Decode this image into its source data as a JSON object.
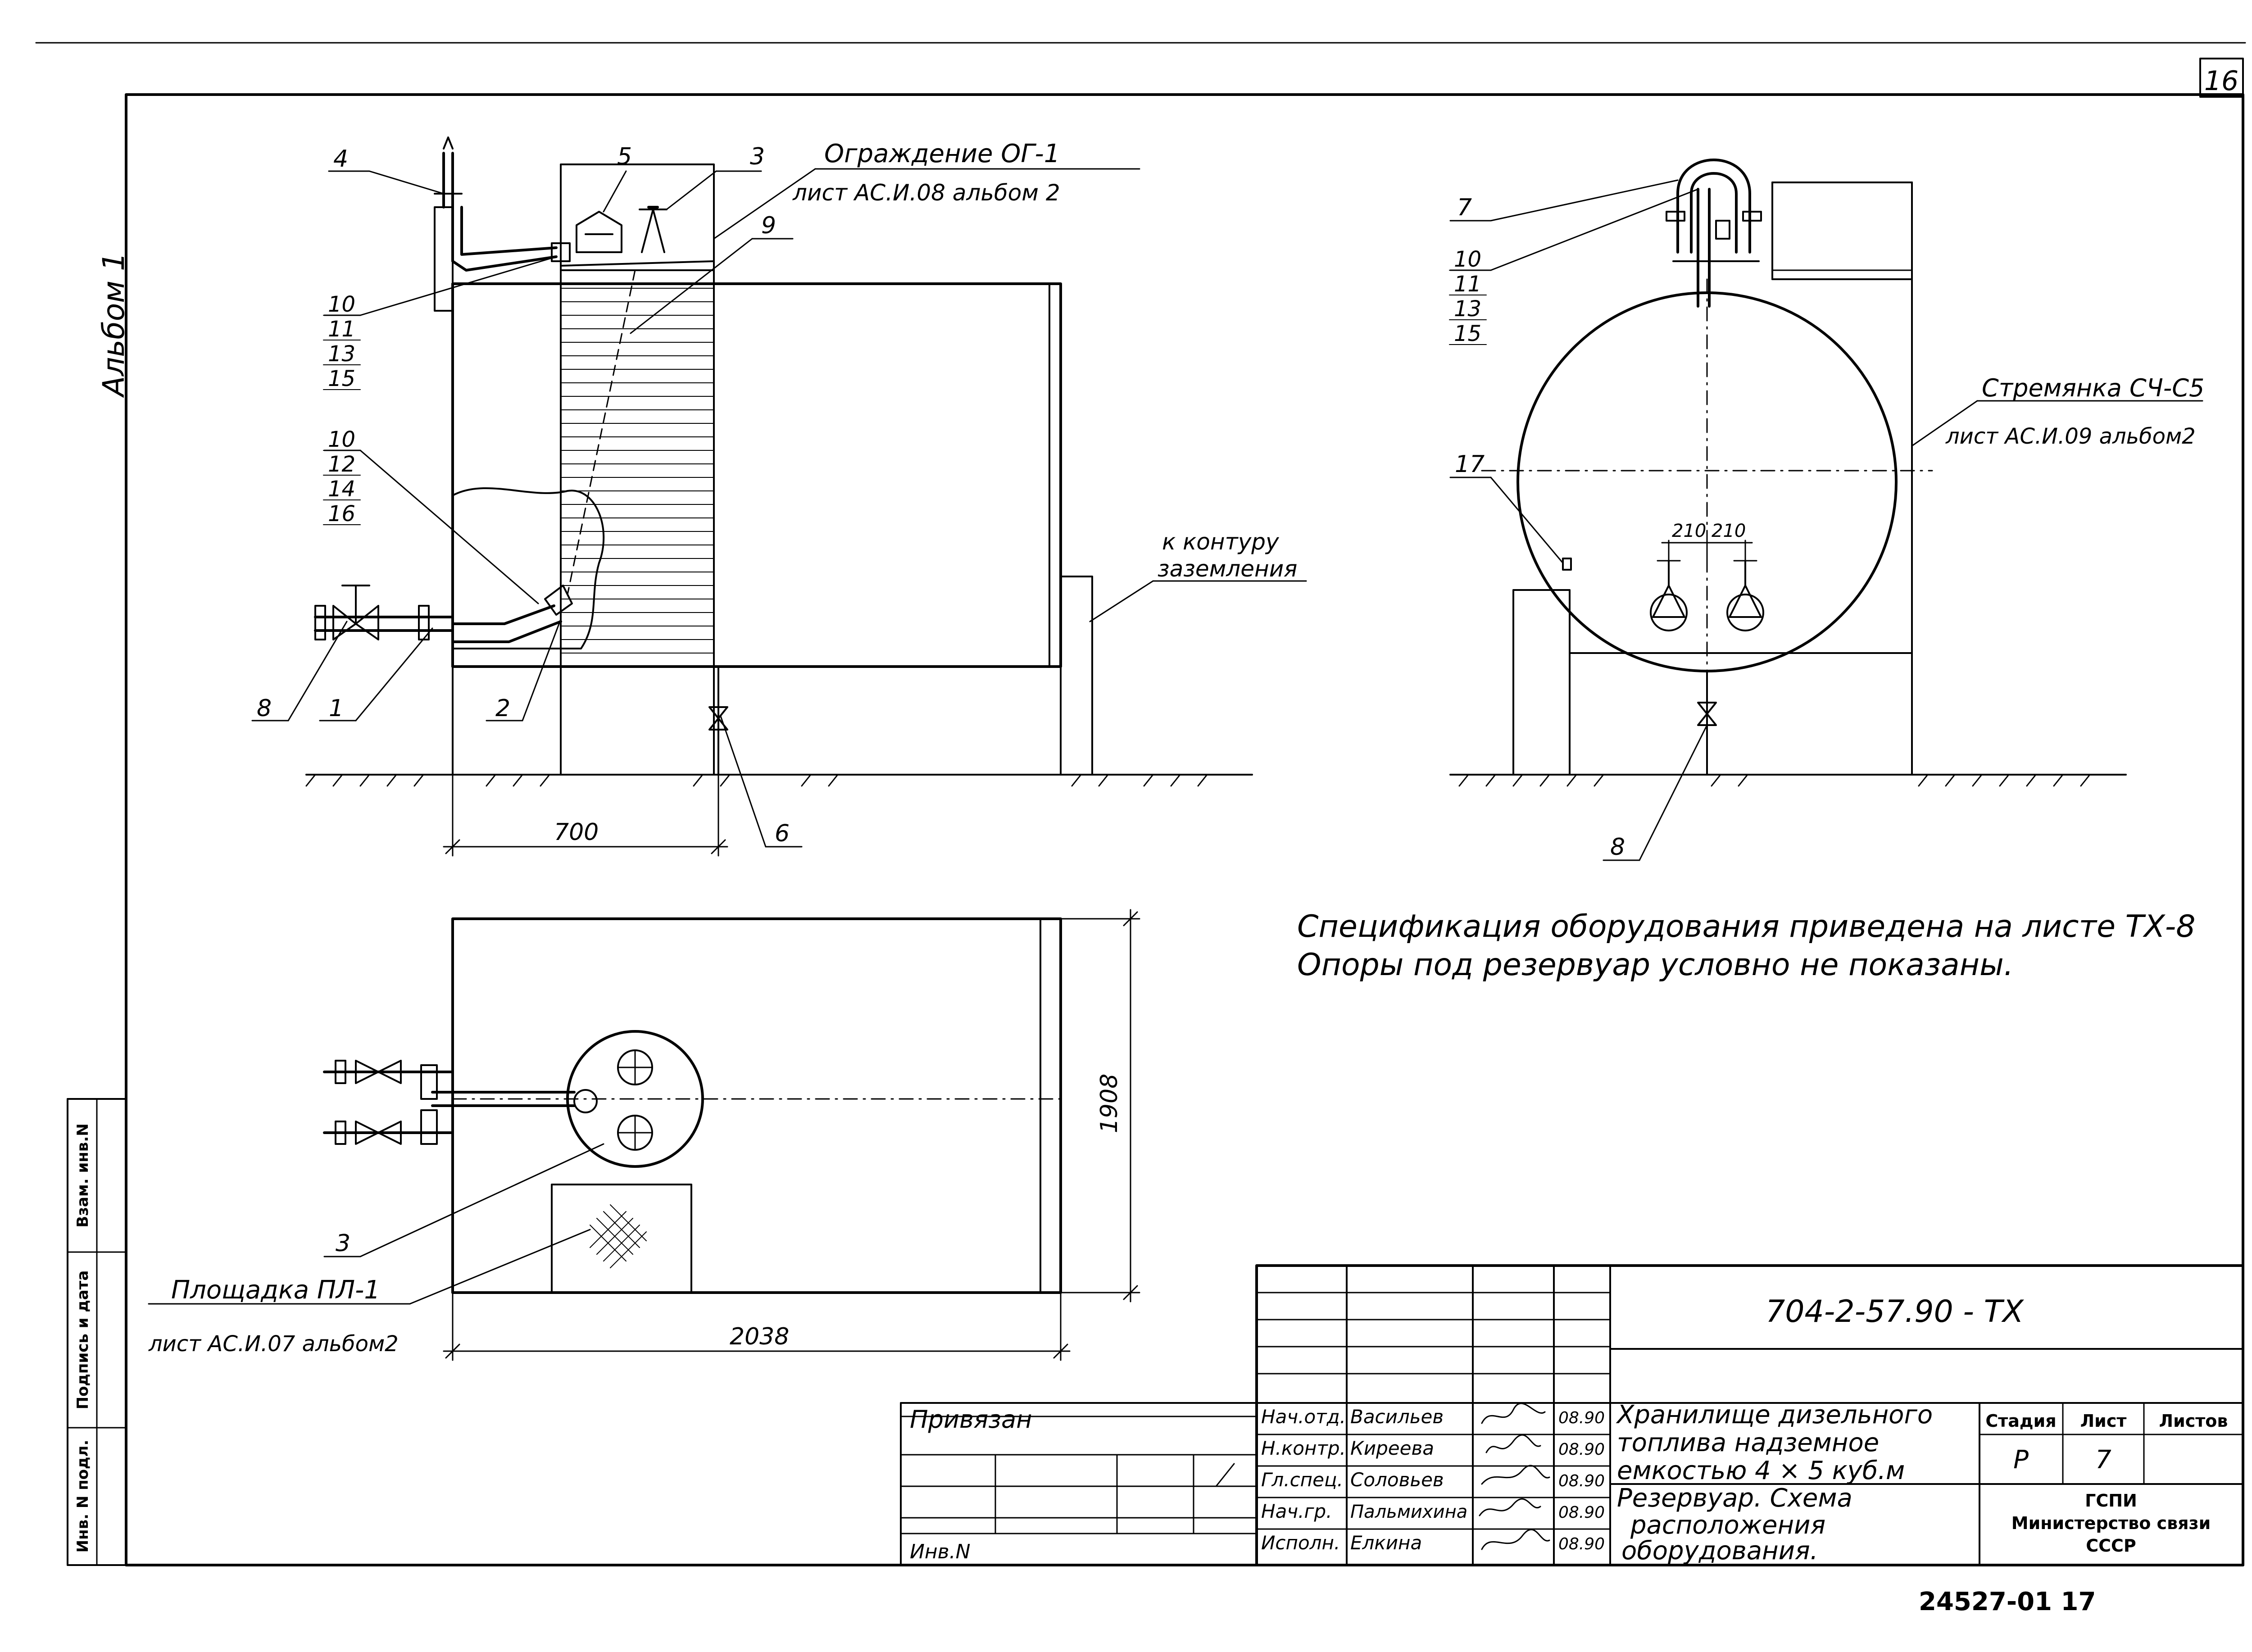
{
  "sheet_number": "16",
  "album_label": "Альбом 1",
  "side_stamp": {
    "inv_no": "Инв. N подл.",
    "sign_date": "Подпись и дата",
    "replace_inv": "Взам. инв.N"
  },
  "callouts": {
    "c1": "1",
    "c2": "2",
    "c3": "3",
    "c4": "4",
    "c5": "5",
    "c6": "6",
    "c7": "7",
    "c8": "8",
    "c9": "9",
    "group_a": [
      "10",
      "11",
      "13",
      "15"
    ],
    "group_b": [
      "10",
      "12",
      "14",
      "16"
    ],
    "group_c": [
      "10",
      "11",
      "13",
      "15"
    ],
    "c17": "17",
    "c3_plan": "3"
  },
  "labels": {
    "fence_title": "Ограждение ОГ-1",
    "fence_ref": "лист АС.И.08 альбом 2",
    "ladder_title": "Стремянка СЧ-С5",
    "ladder_ref": "лист АС.И.09 альбом2",
    "ground_line1": "к контуру",
    "ground_line2": "заземления",
    "platform_title": "Площадка ПЛ-1",
    "platform_ref": "лист АС.И.07 альбом2",
    "dim_700": "700",
    "dim_1908": "1908",
    "dim_2038": "2038",
    "dim_210a": "210",
    "dim_210b": "210",
    "note_line1": "Спецификация оборудования приведена на листе ТХ-8",
    "note_line2": "Опоры под резервуар условно не показаны."
  },
  "title_block": {
    "doc_code": "704-2-57.90 - ТХ",
    "bound_label": "Привязан",
    "inv_label": "Инв.N",
    "roles": [
      {
        "role": "Нач.отд.",
        "name": "Васильев",
        "date": "08.90"
      },
      {
        "role": "Н.контр.",
        "name": "Киреева",
        "date": "08.90"
      },
      {
        "role": "Гл.спец.",
        "name": "Соловьев",
        "date": "08.90"
      },
      {
        "role": "Нач.гр.",
        "name": "Пальмихина",
        "date": "08.90"
      },
      {
        "role": "Исполн.",
        "name": "Елкина",
        "date": "08.90"
      }
    ],
    "project_line1": "Хранилище дизельного",
    "project_line2": "топлива надземное",
    "project_line3": "емкостью 4 × 5 куб.м",
    "sheet_title1": "Резервуар. Схема",
    "sheet_title2": "расположения",
    "sheet_title3": "оборудования.",
    "stage_header": "Стадия",
    "sheet_header": "Лист",
    "sheets_header": "Листов",
    "stage_value": "Р",
    "sheet_value": "7",
    "org_line1": "ГСПИ",
    "org_line2": "Министерство связи",
    "org_line3": "СССР"
  },
  "archive_number": "24527-01 17"
}
